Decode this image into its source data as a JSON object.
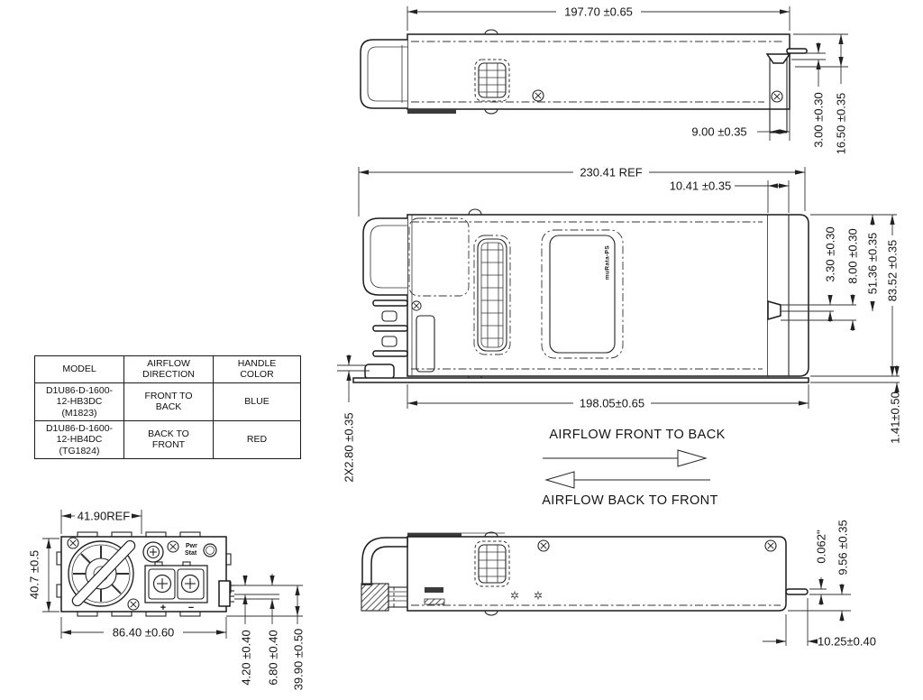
{
  "dims": {
    "top_length": "197.70 ±0.65",
    "top_rear": "9.00 ±0.35",
    "top_pin": "3.00 ±0.30",
    "top_bracket": "16.50 ±0.35",
    "plan_overall": "230.41 REF",
    "plan_latch": "10.41 ±0.35",
    "plan_p1": "3.30 ±0.30",
    "plan_p2": "8.00 ±0.30",
    "plan_p3": "51.36 ±0.35",
    "plan_width": "83.52 ±0.35",
    "plan_body": "198.05±0.65",
    "plan_flange": "1.41±0.50",
    "plan_pins": "2X2.80 ±0.35",
    "front_fan": "41.90REF",
    "front_height": "40.7 ±0.5",
    "front_width": "86.40 ±0.60",
    "front_p1": "4.20 ±0.40",
    "front_p2": "6.80 ±0.40",
    "front_overall": "39.90 ±0.50",
    "side_pin": "0.062\"",
    "side_base": "9.56 ±0.35",
    "side_rear": "10.25±0.40"
  },
  "labels": {
    "pwr": "Pwr",
    "stat": "Stat",
    "plus": "+",
    "minus": "−",
    "brand": "muRata-PS"
  },
  "airflow": {
    "front_to_back": "AIRFLOW  FRONT TO BACK",
    "back_to_front": "AIRFLOW BACK TO FRONT"
  },
  "table": {
    "headers": {
      "model": "MODEL",
      "airflow1": "AIRFLOW",
      "airflow2": "DIRECTION",
      "handle1": "HANDLE",
      "handle2": "COLOR"
    },
    "row1": {
      "m1": "D1U86-D-1600-",
      "m2": "12-HB3DC",
      "m3": "(M1823)",
      "a1": "FRONT TO",
      "a2": "BACK",
      "color": "BLUE"
    },
    "row2": {
      "m1": "D1U86-D-1600-",
      "m2": "12-HB4DC",
      "m3": "(TG1824)",
      "a1": "BACK TO",
      "a2": "FRONT",
      "color": "RED"
    }
  }
}
